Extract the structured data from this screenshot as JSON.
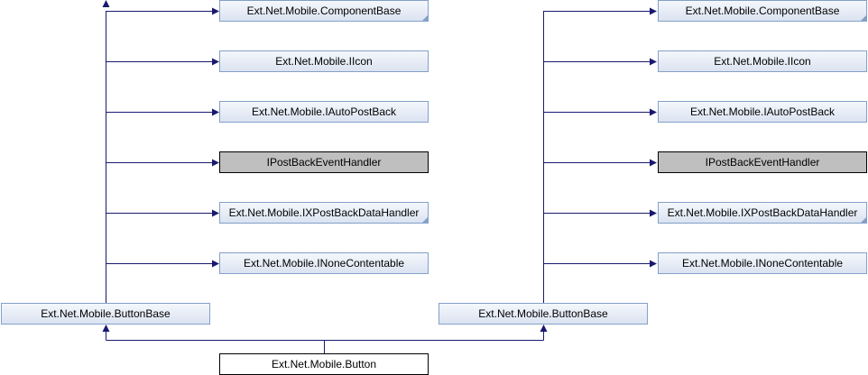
{
  "nodes": {
    "component_base": "Ext.Net.Mobile.ComponentBase",
    "iicon": "Ext.Net.Mobile.IIcon",
    "iautopostback": "Ext.Net.Mobile.IAutoPostBack",
    "ipostbackeventhandler": "IPostBackEventHandler",
    "ixpostbackdatahandler": "Ext.Net.Mobile.IXPostBackDataHandler",
    "inonecontentable": "Ext.Net.Mobile.INoneContentable",
    "button_base": "Ext.Net.Mobile.ButtonBase",
    "button": "Ext.Net.Mobile.Button"
  },
  "colors": {
    "edge": "#191970",
    "node_border": "#84a0c8",
    "external_fill": "#bfbfbf"
  }
}
